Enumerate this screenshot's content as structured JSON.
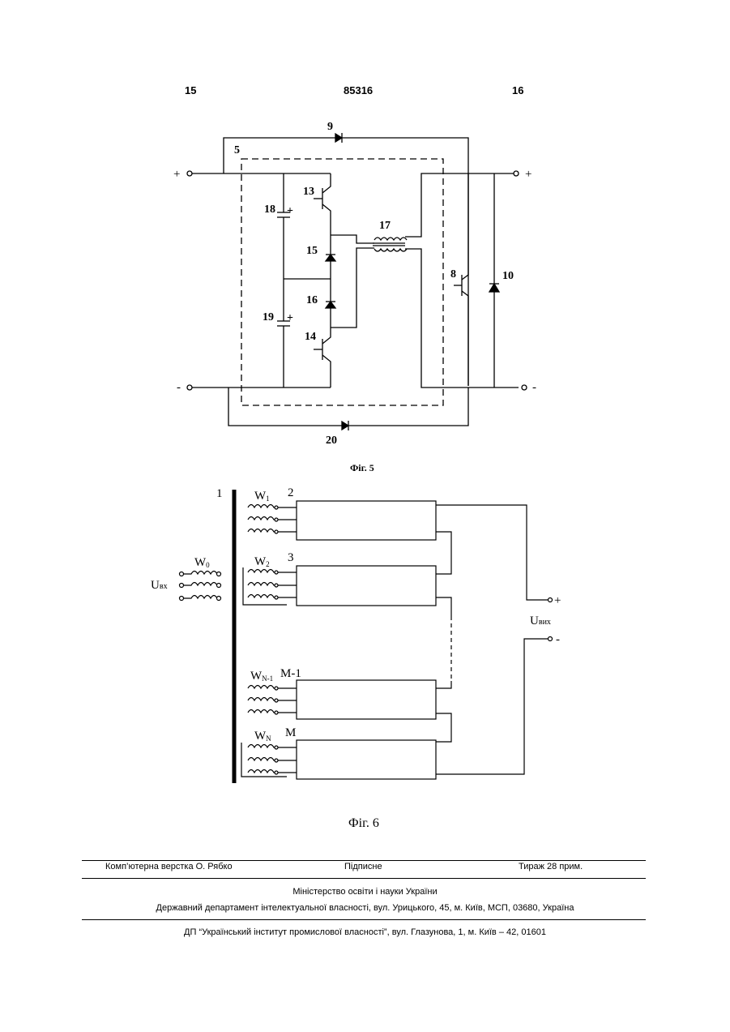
{
  "header": {
    "page_left": "15",
    "patent_number": "85316",
    "page_right": "16"
  },
  "fig5": {
    "caption": "Фіг. 5",
    "labels": {
      "n9": "9",
      "n5": "5",
      "n13": "13",
      "n18": "18",
      "n17": "17",
      "n15": "15",
      "n8": "8",
      "n10": "10",
      "n16": "16",
      "n19": "19",
      "n14": "14",
      "n20": "20",
      "plus": "+",
      "minus": "-"
    }
  },
  "fig6": {
    "caption": "Фіг. 6",
    "labels": {
      "n1": "1",
      "w1": "W",
      "w1_sub": "1",
      "n2": "2",
      "w0": "W",
      "w0_sub": "0",
      "uin": "U",
      "uin_sub": "вх",
      "w2": "W",
      "w2_sub": "2",
      "n3": "3",
      "uout": "U",
      "uout_sub": "вих",
      "plus": "+",
      "minus": "-",
      "wn1": "W",
      "wn1_sub": "N-1",
      "m1": "М-1",
      "wn": "W",
      "wn_sub": "N",
      "m": "М"
    }
  },
  "footer": {
    "layout_by": "Комп’ютерна верстка О. Рябко",
    "signed": "Підписне",
    "circulation": "Тираж 28 прим.",
    "ministry": "Міністерство освіти і науки України",
    "department": "Державний департамент інтелектуальної власності, вул. Урицького, 45, м. Київ, МСП, 03680, Україна",
    "institute": "ДП “Український інститут промислової власності”, вул. Глазунова, 1, м. Київ – 42, 01601"
  }
}
